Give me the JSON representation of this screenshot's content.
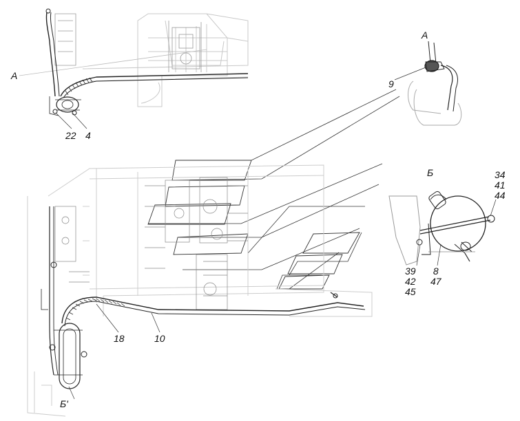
{
  "labels": {
    "view_a_left": "А",
    "pos_22": "22",
    "pos_4": "4",
    "view_a_right": "А",
    "pos_9": "9",
    "view_b": "Б",
    "stack_34": [
      "34",
      "41",
      "44"
    ],
    "stack_39": [
      "39",
      "42",
      "45"
    ],
    "stack_8": [
      "8",
      "47"
    ],
    "pos_18": "18",
    "pos_10": "10",
    "view_b_prime": "Б'"
  }
}
